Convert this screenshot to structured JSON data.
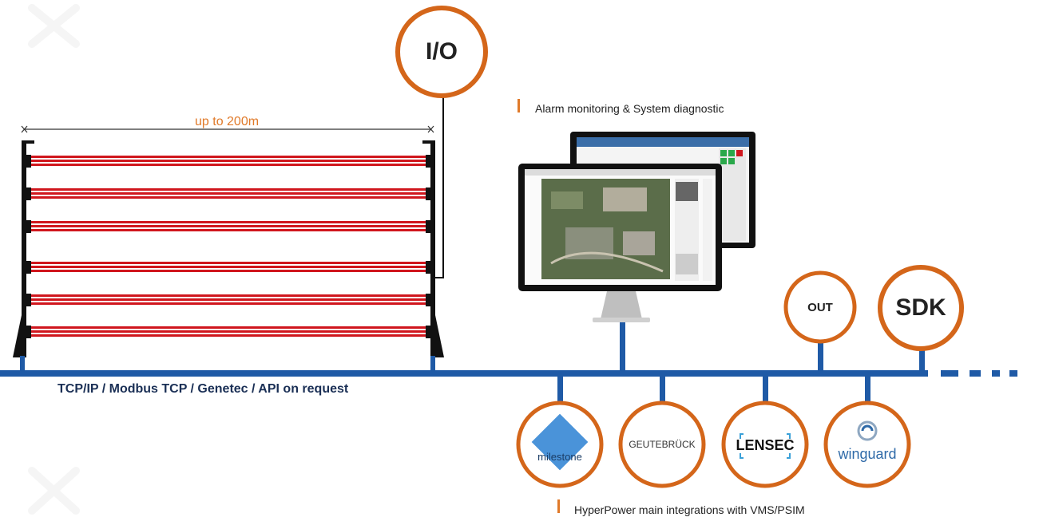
{
  "fence": {
    "distance_label": "up to 200m"
  },
  "nodes": {
    "io": "I/O",
    "out": "OUT",
    "sdk": "SDK"
  },
  "bus": {
    "protocols_label": "TCP/IP / Modbus TCP / Genetec / API on request"
  },
  "monitoring": {
    "caption": "Alarm monitoring & System diagnostic"
  },
  "integrations": {
    "caption": "HyperPower main integrations with VMS/PSIM",
    "items": [
      {
        "name": "milestone"
      },
      {
        "name": "GEUTEBRÜCK"
      },
      {
        "name": "LENSEC"
      },
      {
        "name": "winguard"
      }
    ]
  },
  "colors": {
    "bus_blue": "#1f5aa6",
    "ring_orange": "#d4661a",
    "beam_red": "#d0161d",
    "caption_bar": "#e07a2a",
    "label_orange": "#e07a2a"
  }
}
